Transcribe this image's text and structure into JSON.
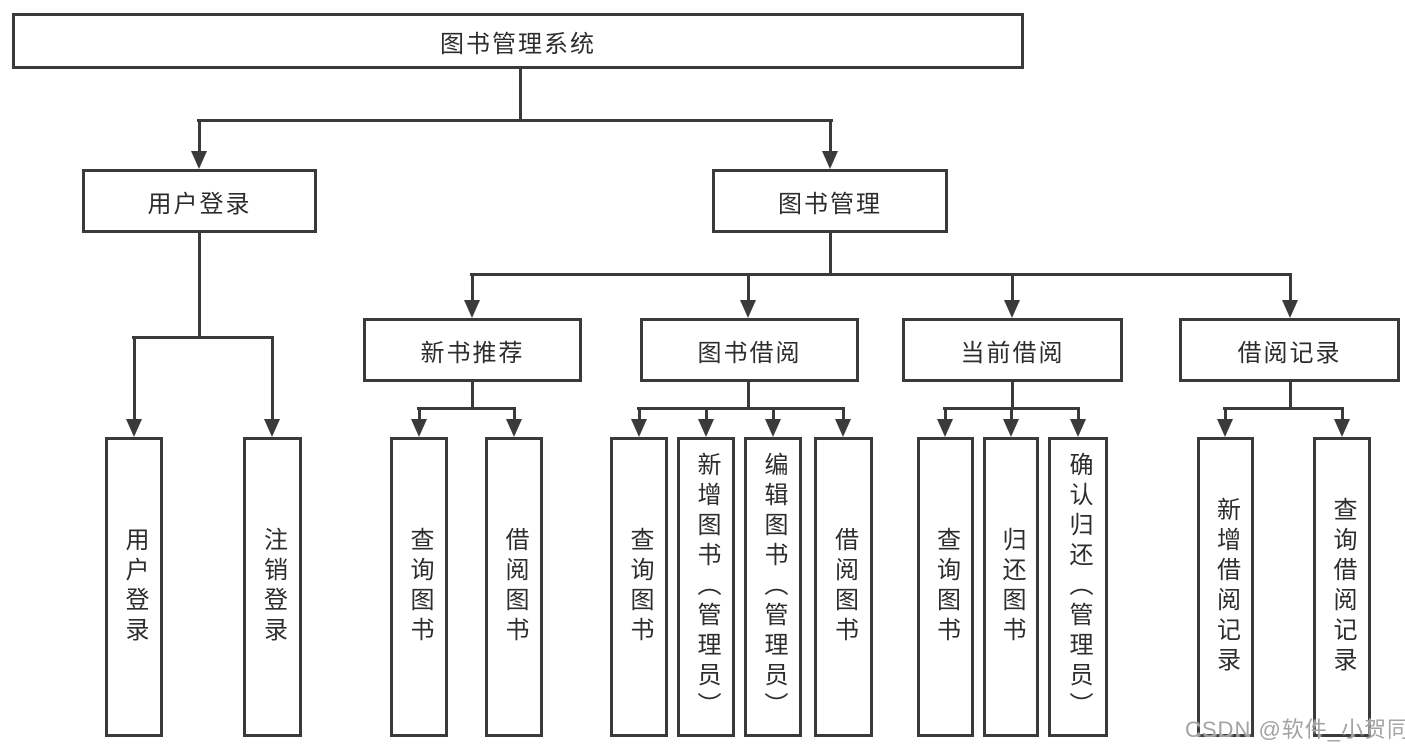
{
  "diagram": {
    "type": "hierarchy-tree",
    "tree": {
      "label": "图书管理系统",
      "children": [
        {
          "label": "用户登录",
          "children": [
            {
              "label": "用户登录"
            },
            {
              "label": "注销登录"
            }
          ]
        },
        {
          "label": "图书管理",
          "children": [
            {
              "label": "新书推荐",
              "children": [
                {
                  "label": "查询图书"
                },
                {
                  "label": "借阅图书"
                }
              ]
            },
            {
              "label": "图书借阅",
              "children": [
                {
                  "label": "查询图书"
                },
                {
                  "label": "新增图书（管理员）"
                },
                {
                  "label": "编辑图书（管理员）"
                },
                {
                  "label": "借阅图书"
                }
              ]
            },
            {
              "label": "当前借阅",
              "children": [
                {
                  "label": "查询图书"
                },
                {
                  "label": "归还图书"
                },
                {
                  "label": "确认归还（管理员）"
                }
              ]
            },
            {
              "label": "借阅记录",
              "children": [
                {
                  "label": "新增借阅记录"
                },
                {
                  "label": "查询借阅记录"
                }
              ]
            }
          ]
        }
      ]
    },
    "watermark": "CSDN @软件_小贺同学",
    "colors": {
      "line": "#3a3a3a",
      "text": "#2d2d2d",
      "watermark": "#a3a3a3",
      "background": "#ffffff"
    }
  }
}
